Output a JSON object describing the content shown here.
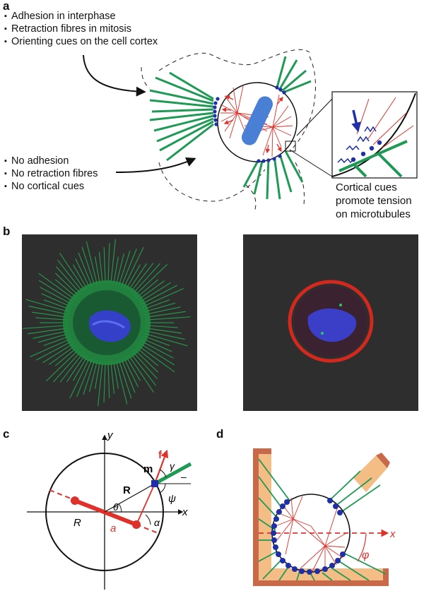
{
  "panel_labels": {
    "a": "a",
    "b": "b",
    "c": "c",
    "d": "d"
  },
  "panel_a": {
    "top_bullets": [
      "Adhesion in interphase",
      "Retraction fibres in mitosis",
      "Orienting cues on the cell cortex"
    ],
    "bottom_bullets": [
      "No adhesion",
      "No retraction fibres",
      "No cortical cues"
    ],
    "inset_caption": [
      "Cortical cues",
      "promote tension",
      "on microtubules"
    ]
  },
  "panel_c": {
    "labels": {
      "y": "y",
      "x": "x",
      "f": "f",
      "m": "m",
      "R_bold": "R",
      "R_italic": "R",
      "a": "a",
      "gamma": "γ",
      "psi": "ψ",
      "theta": "θ",
      "alpha": "α",
      "minus": "–"
    }
  },
  "panel_d": {
    "labels": {
      "x": "x",
      "phi": "φ"
    }
  },
  "colors": {
    "green": "#1f9a55",
    "red": "#e0302a",
    "blue": "#1f2fa8",
    "nucleus": "#4a7fd6",
    "micro_bg": "#2e2e2e",
    "orange": "#f4bd86",
    "brick": "#c86a4a"
  }
}
